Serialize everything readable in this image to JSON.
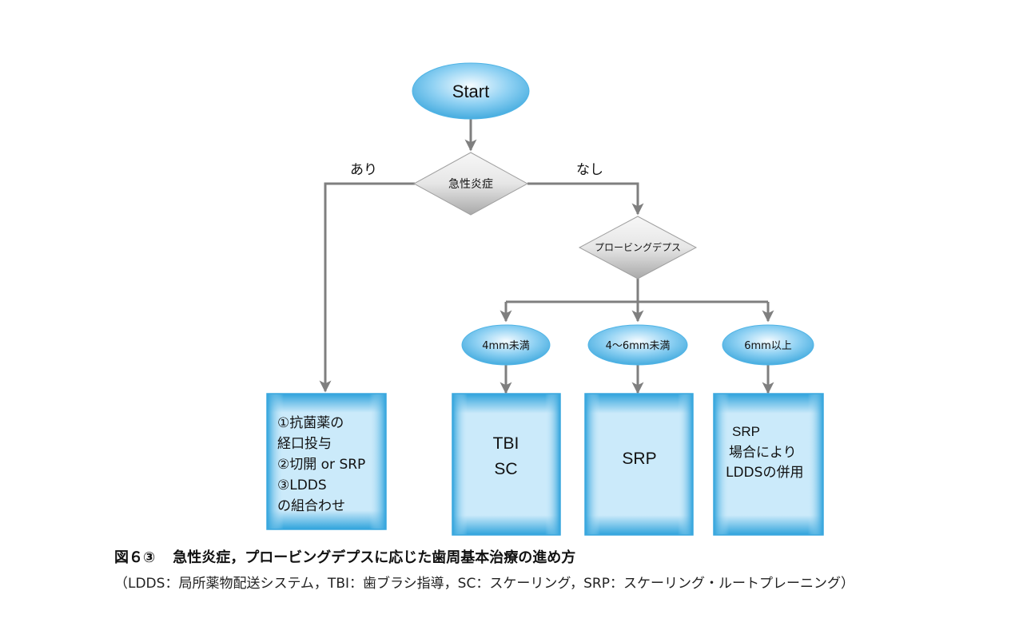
{
  "start": "Start",
  "decision": "急性炎症",
  "branch_yes": "あり",
  "branch_no": "なし",
  "probing": "プロービングデプス",
  "ranges": [
    "4mm未満",
    "4～6mm未満",
    "6mm以上"
  ],
  "outcome_inflammation": [
    "①抗菌薬の",
    "経口投与",
    "②切開 or SRP",
    "③LDDS",
    "の組合わせ"
  ],
  "outcomes": [
    [
      "TBI",
      "SC"
    ],
    [
      "SRP"
    ],
    [
      "SRP",
      "場合により",
      "LDDSの併用"
    ]
  ],
  "caption": {
    "label": "図６③",
    "title": "急性炎症，プロービングデプスに応じた歯周基本治療の進め方",
    "note": "（LDDS：局所薬物配送システム，TBI：歯ブラシ指導，SC：スケーリング，SRP：スケーリング・ルートプレーニング）"
  },
  "colors": {
    "node": "#4fb4e6",
    "connector": "#7f7f7f",
    "diamond": "#9e9e9e"
  }
}
